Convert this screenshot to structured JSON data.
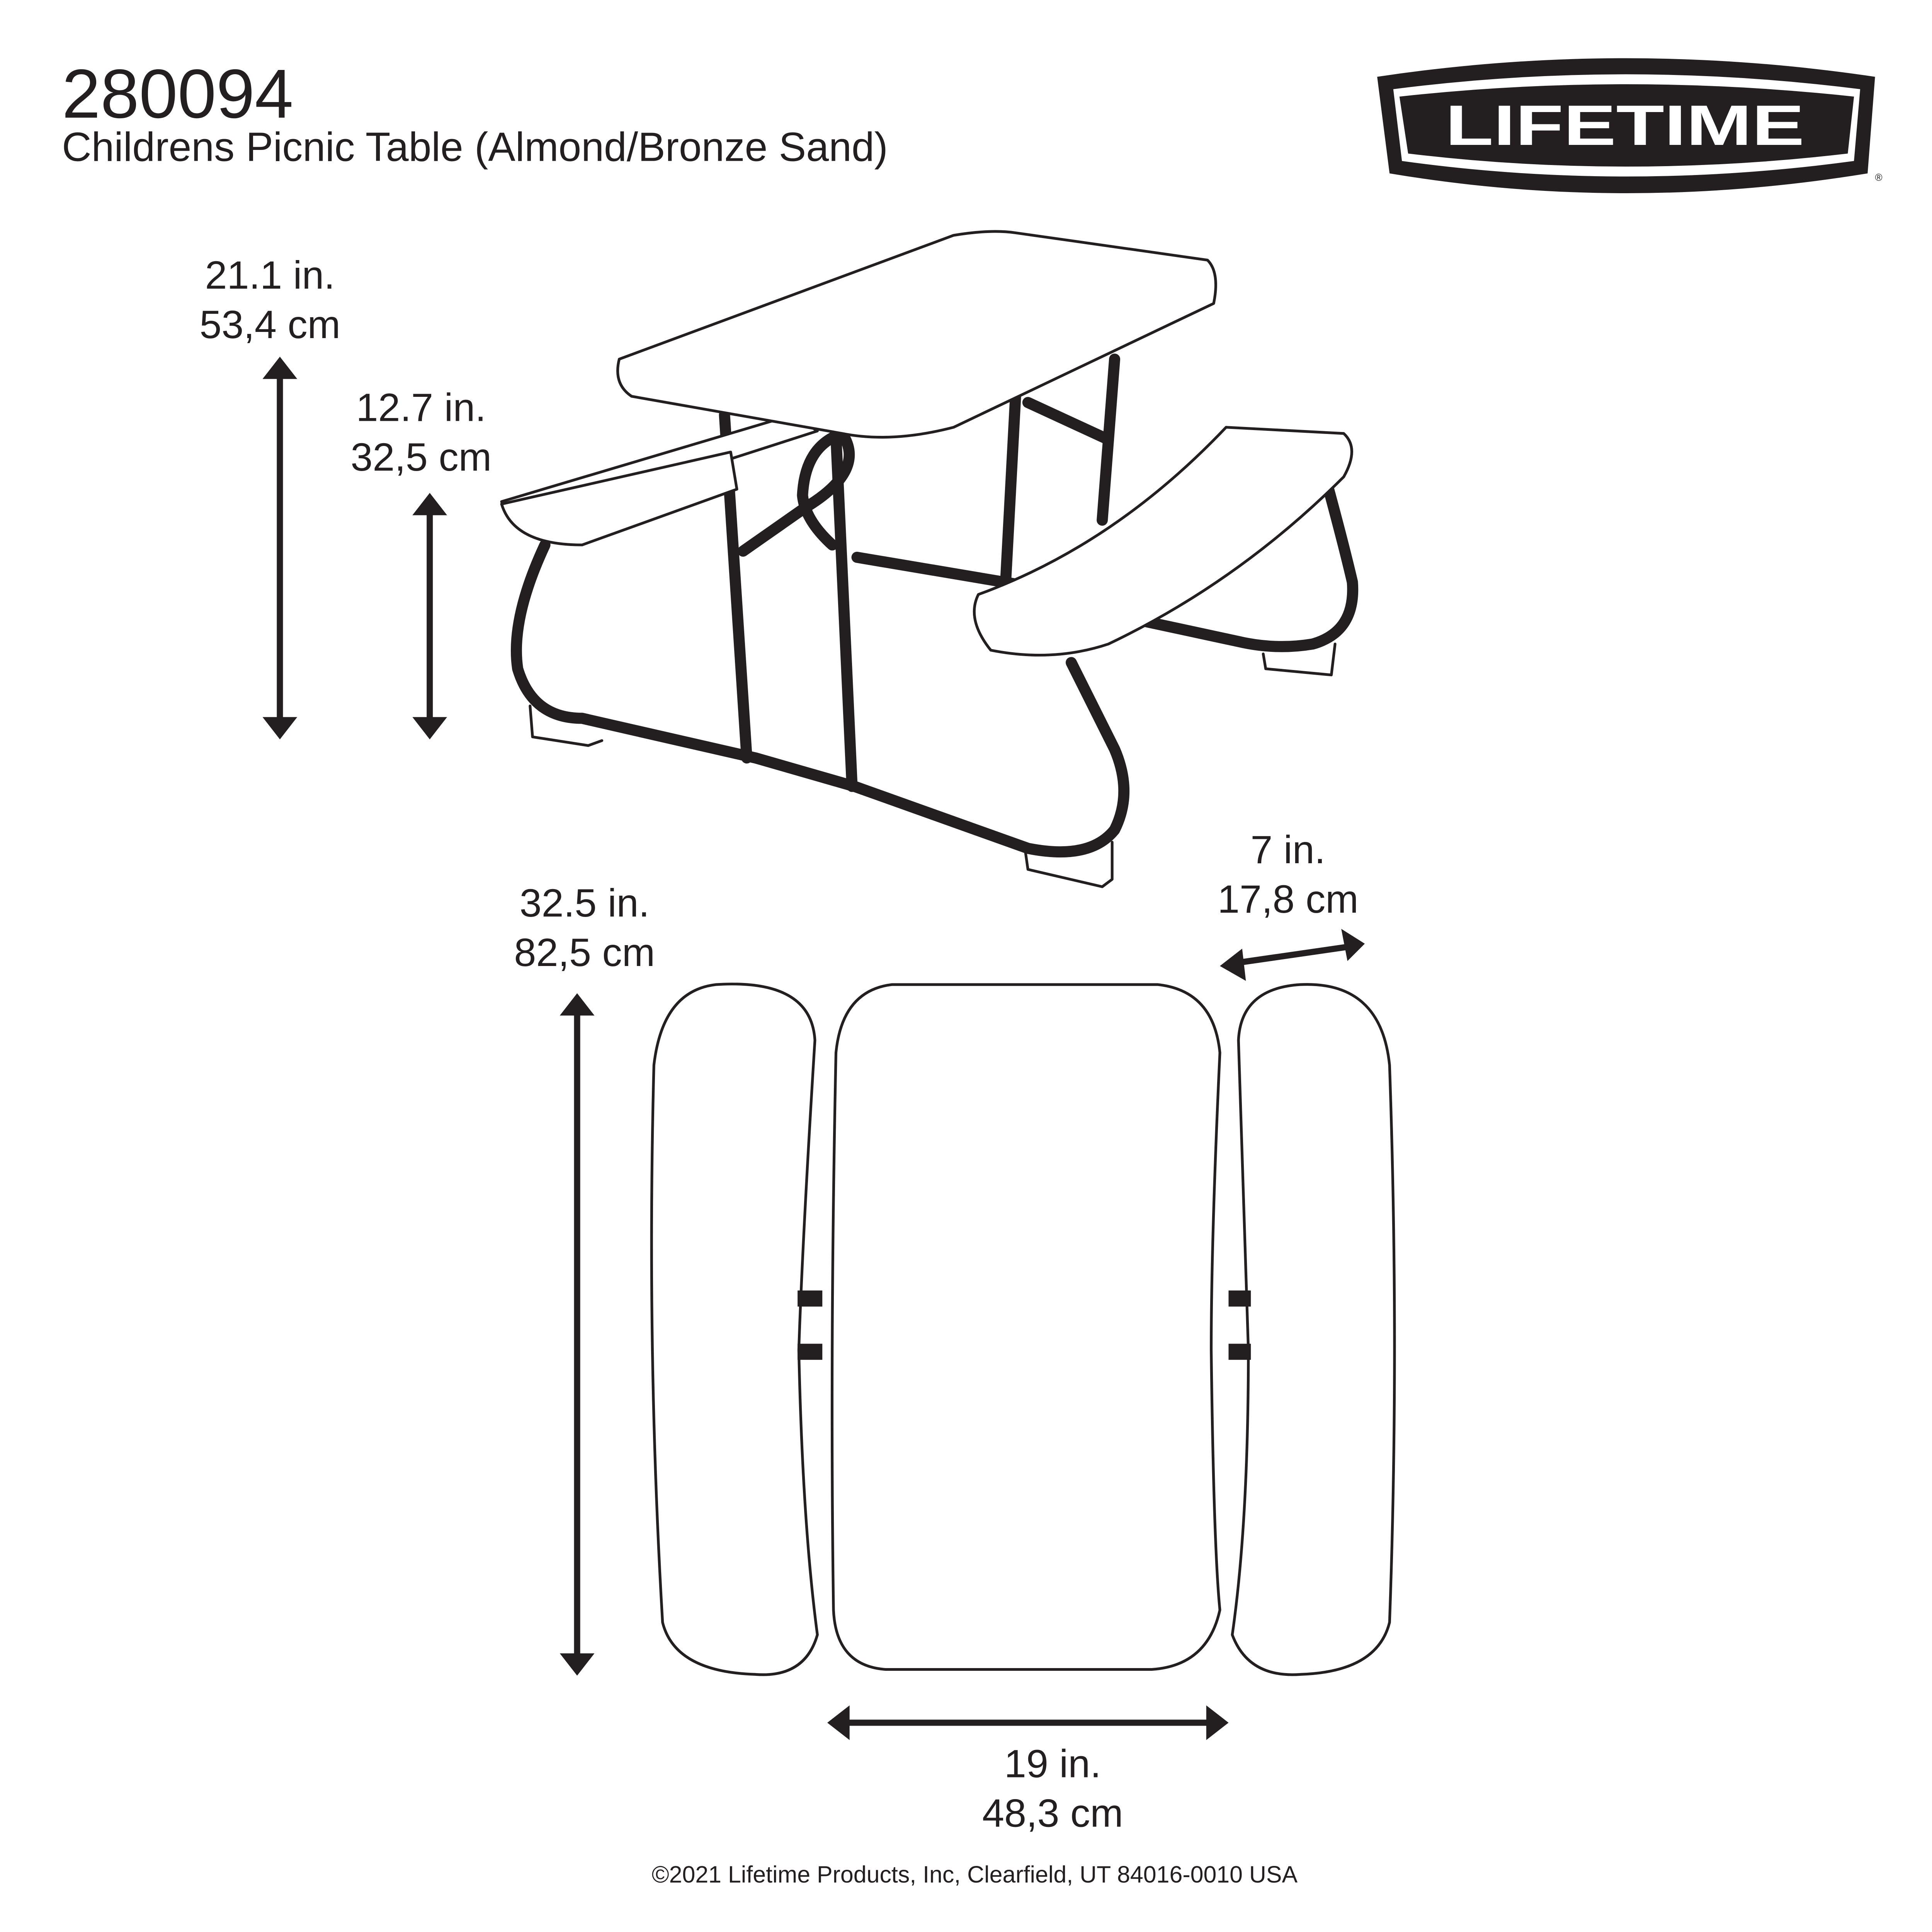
{
  "header": {
    "model_number": "280094",
    "product_name": "Childrens Picnic Table (Almond/Bronze Sand)"
  },
  "logo": {
    "text": "LIFETIME",
    "registered_mark": "®"
  },
  "dimensions": {
    "overall_height": {
      "imperial": "21.1 in.",
      "metric": "53,4 cm"
    },
    "seat_height": {
      "imperial": "12.7 in.",
      "metric": "32,5 cm"
    },
    "length": {
      "imperial": "32.5 in.",
      "metric": "82,5 cm"
    },
    "bench_width": {
      "imperial": "7 in.",
      "metric": "17,8 cm"
    },
    "table_width": {
      "imperial": "19 in.",
      "metric": "48,3 cm"
    }
  },
  "footer": {
    "copyright": "©2021 Lifetime Products, Inc, Clearfield, UT 84016-0010 USA"
  },
  "colors": {
    "ink": "#231f20",
    "background": "#ffffff"
  }
}
